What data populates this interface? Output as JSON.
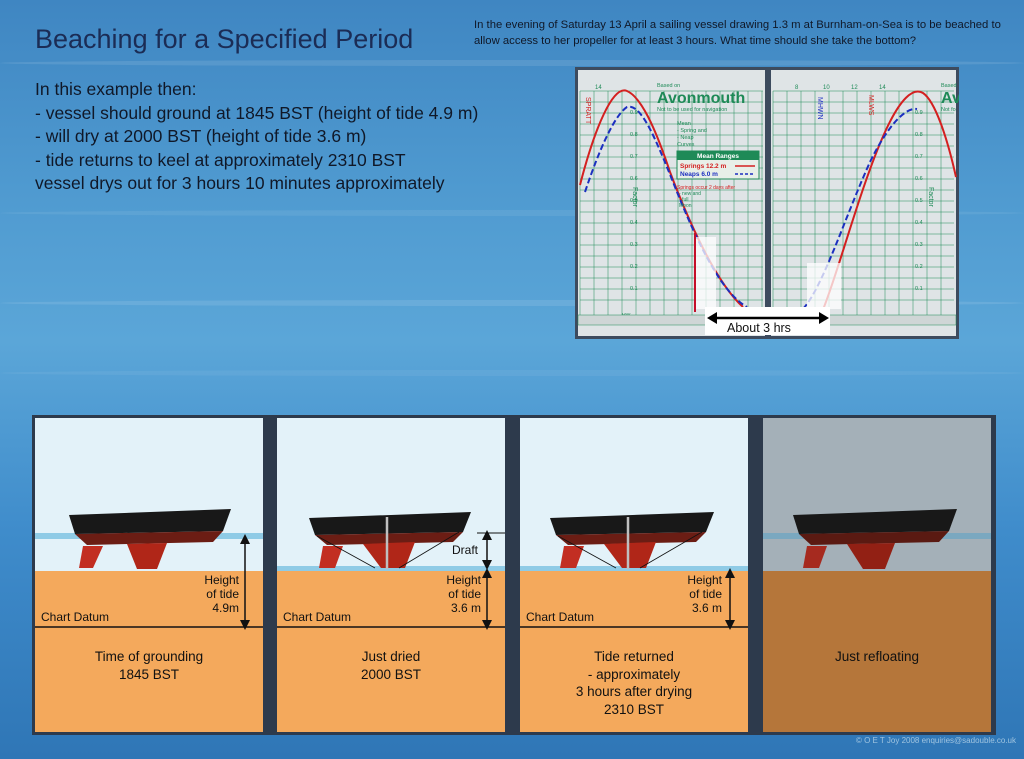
{
  "title": "Beaching for a Specified Period",
  "intro": "In the evening of Saturday 13 April a sailing  vessel drawing 1.3 m at Burnham-on-Sea is to be beached to allow access to her propeller for at least 3 hours.   What time should she take the bottom?",
  "points": [
    "In this example then:",
    "-   vessel should ground at 1845 BST (height of tide 4.9 m)",
    "-   will dry at 2000 BST (height of tide 3.6 m)",
    "-   tide returns to keel at approximately 2310 BST",
    "vessel drys out for 3 hours 10 minutes approximately"
  ],
  "tide_curve": {
    "left_based_on": "Based on",
    "port": "Avonmouth",
    "not_for_nav": "Not to be used for navigation",
    "right_based_on": "Based",
    "right_port": "Av",
    "right_not_for_nav": "Not fo",
    "mean_label": "Mean",
    "curves_labels": [
      "-  Spring and",
      "-  Neap",
      "Curves"
    ],
    "mean_ranges_title": "Mean Ranges",
    "springs": "Springs 12.2 m",
    "neaps": "Neaps    6.0 m",
    "springs_note": [
      "Springs occur 2 days after",
      "-  new and",
      "-  full",
      "Moon"
    ],
    "factor_label": "Factor",
    "hw_label": "HW",
    "lw_label": "MLWS",
    "vert_label_left": "SPRATT",
    "vert_label_right": "MHWN",
    "left_top_ticks": [
      "14"
    ],
    "right_top_ticks": [
      "8",
      "10",
      "12",
      "14"
    ],
    "factor_ticks": [
      "0.9",
      "0.8",
      "0.7",
      "0.6",
      "0.5",
      "0.4",
      "0.3",
      "0.2",
      "0.1"
    ],
    "about_label": "About 3 hrs",
    "colors": {
      "springs": "#d42020",
      "neaps": "#1c2fc0",
      "grid": "#1e8a57",
      "chart_bg": "#dfe4e6"
    }
  },
  "panels": [
    {
      "caption": [
        "Time of grounding",
        "1845 BST"
      ],
      "height_label": [
        "Height",
        "of tide",
        "4.9m"
      ],
      "datum": "Chart Datum",
      "draft": ""
    },
    {
      "caption": [
        "Just dried",
        "2000 BST"
      ],
      "height_label": [
        "Height",
        "of tide",
        "3.6 m"
      ],
      "datum": "Chart Datum",
      "draft": "Draft"
    },
    {
      "caption": [
        "Tide returned",
        "- approximately",
        "3 hours after drying",
        "2310 BST"
      ],
      "height_label": [
        "Height",
        "of tide",
        "3.6 m"
      ],
      "datum": "Chart Datum",
      "draft": ""
    },
    {
      "caption": [
        "Just refloating"
      ],
      "height_label": [],
      "datum": "",
      "draft": ""
    }
  ],
  "copyright": "© O E T Joy 2008 enquiries@sadouble.co.uk"
}
